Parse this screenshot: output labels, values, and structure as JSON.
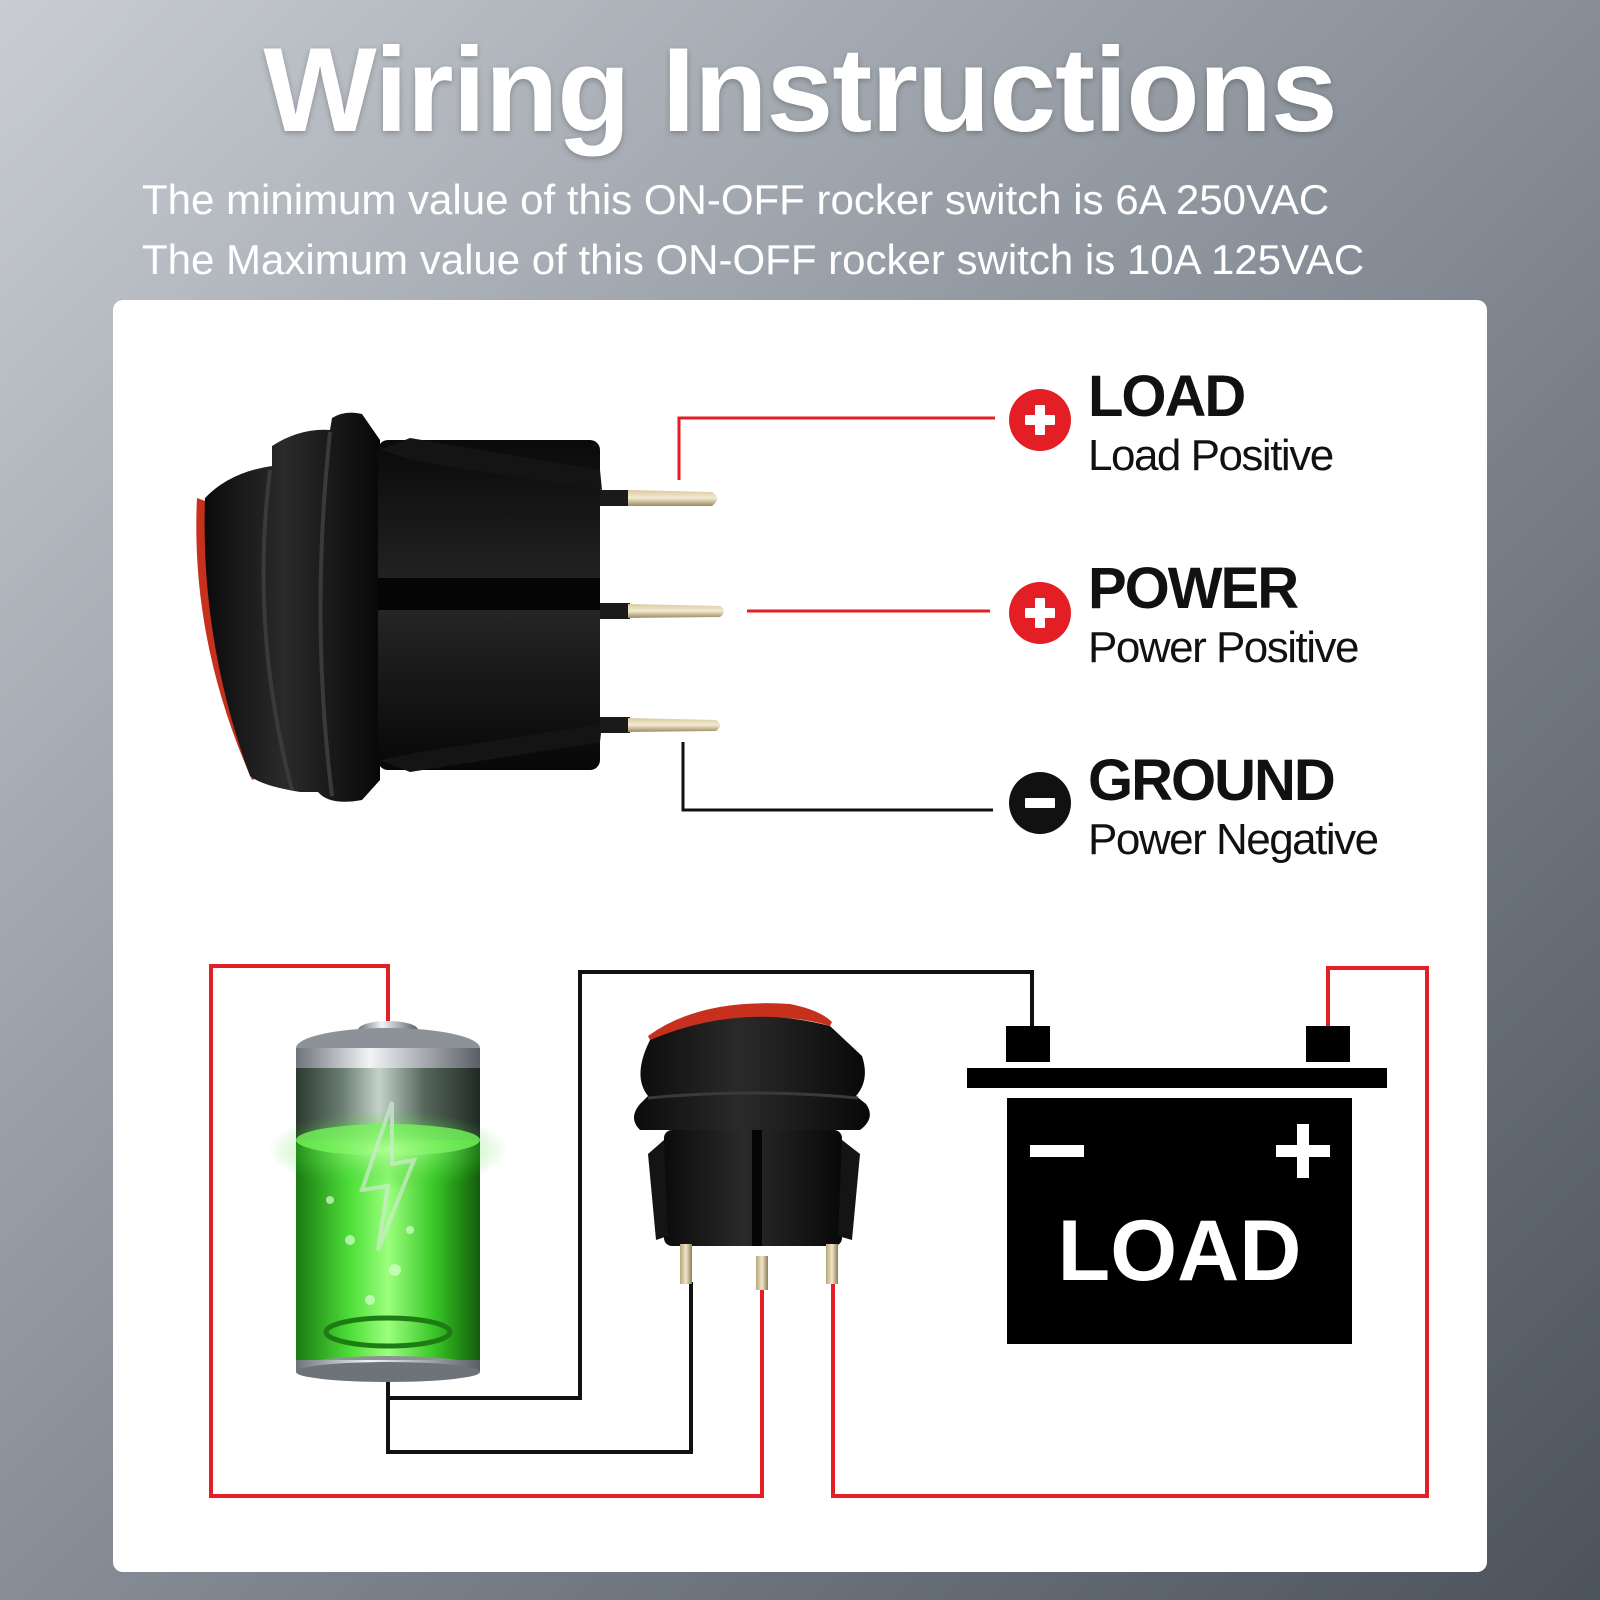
{
  "header": {
    "title": "Wiring Instructions",
    "spec_min": "The minimum value of this ON-OFF rocker switch is 6A 250VAC",
    "spec_max": "The Maximum value of this ON-OFF rocker switch is 10A 125VAC"
  },
  "terminals": [
    {
      "label": "LOAD",
      "description": "Load Positive",
      "sign": "+",
      "icon": "plus-circle-icon",
      "color": "#e31e24"
    },
    {
      "label": "POWER",
      "description": "Power Positive",
      "sign": "+",
      "icon": "plus-circle-icon",
      "color": "#e31e24"
    },
    {
      "label": "GROUND",
      "description": "Power Negative",
      "sign": "-",
      "icon": "minus-circle-icon",
      "color": "#111111"
    }
  ],
  "load_box": {
    "text": "LOAD",
    "minus_sign": "−",
    "plus_sign": "+"
  },
  "colors": {
    "positive_wire": "#e31e24",
    "negative_wire": "#111111",
    "battery_fill": "#35d12a",
    "switch_lens": "#c8301e"
  }
}
